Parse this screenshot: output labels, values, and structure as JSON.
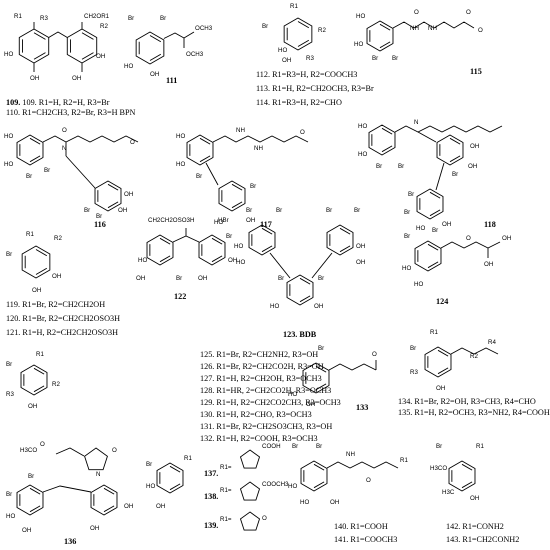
{
  "title": "",
  "blocks": {
    "c109_110": {
      "ids": [
        "109",
        "110"
      ],
      "legend": [
        "109. R1=H, R2=H, R3=Br",
        "110. R1=CH2CH3, R2=Br, R3=H BPN"
      ]
    },
    "c111": {
      "id": "111"
    },
    "c112_114": {
      "legend": [
        "112. R1=R3=H, R2=COOCH3",
        "113. R1=H, R2=CH2OCH3, R3=Br",
        "114. R1=R3=H, R2=CHO"
      ]
    },
    "c115": {
      "id": "115"
    },
    "c116": {
      "id": "116"
    },
    "c117": {
      "id": "117"
    },
    "c118": {
      "id": "118"
    },
    "c119_121": {
      "legend": [
        "119. R1=Br, R2=CH2CH2OH",
        "120. R1=Br, R2=CH2CH2OSO3H",
        "121. R1=H, R2=CH2CH2OSO3H"
      ]
    },
    "c122": {
      "id": "122",
      "substituent": "CH2CH2OSO3H"
    },
    "c123": {
      "id": "123. BDB"
    },
    "c124": {
      "id": "124"
    },
    "c125_132": {
      "legend": [
        "125. R1=Br, R2=CH2NH2, R3=OH",
        "126. R1=Br, R2=CH2CO2H, R3=OH",
        "127. R1=H, R2=CH2OH, R3=OCH3",
        "128. R1=HR, 2=CH2CO2H, R3=OCH3",
        "129. R1=H, R2=CH2CO2CH3, R3=OCH3",
        "130. R1=H, R2=CHO, R3=OCH3",
        "131. R1=Br, R2=CH2SO3CH3, R3=OH",
        "132. R1=H, R2=COOH, R3=OCH3"
      ]
    },
    "c133": {
      "id": "133"
    },
    "c134_135": {
      "legend": [
        "134. R1=Br, R2=OH, R3=CH3, R4=CHO",
        "135. R1=H, R2=OCH3, R3=NH2, R4=COOH"
      ]
    },
    "c136": {
      "id": "136"
    },
    "c137_139": {
      "ids": [
        "137.",
        "138.",
        "139."
      ],
      "r_label": "R1="
    },
    "c140_141": {
      "legend": [
        "140. R1=COOH",
        "141. R1=COOCH3"
      ]
    },
    "c142_143": {
      "legend": [
        "142. R1=CONH2",
        "143. R1=CH2CONH2"
      ]
    }
  },
  "atoms": {
    "br": "Br",
    "oh": "OH",
    "ho": "HO",
    "r1": "R1",
    "r2": "R2",
    "r3": "R3",
    "r4": "R4",
    "o": "O",
    "n": "N",
    "h": "H",
    "nh": "NH",
    "cooh": "COOH",
    "cooch3": "COOCH3",
    "och3": "OCH3",
    "ch2or": "CH2OR1",
    "h3co": "H3CO",
    "h3c": "H3C",
    "oso3h": "HBr"
  }
}
